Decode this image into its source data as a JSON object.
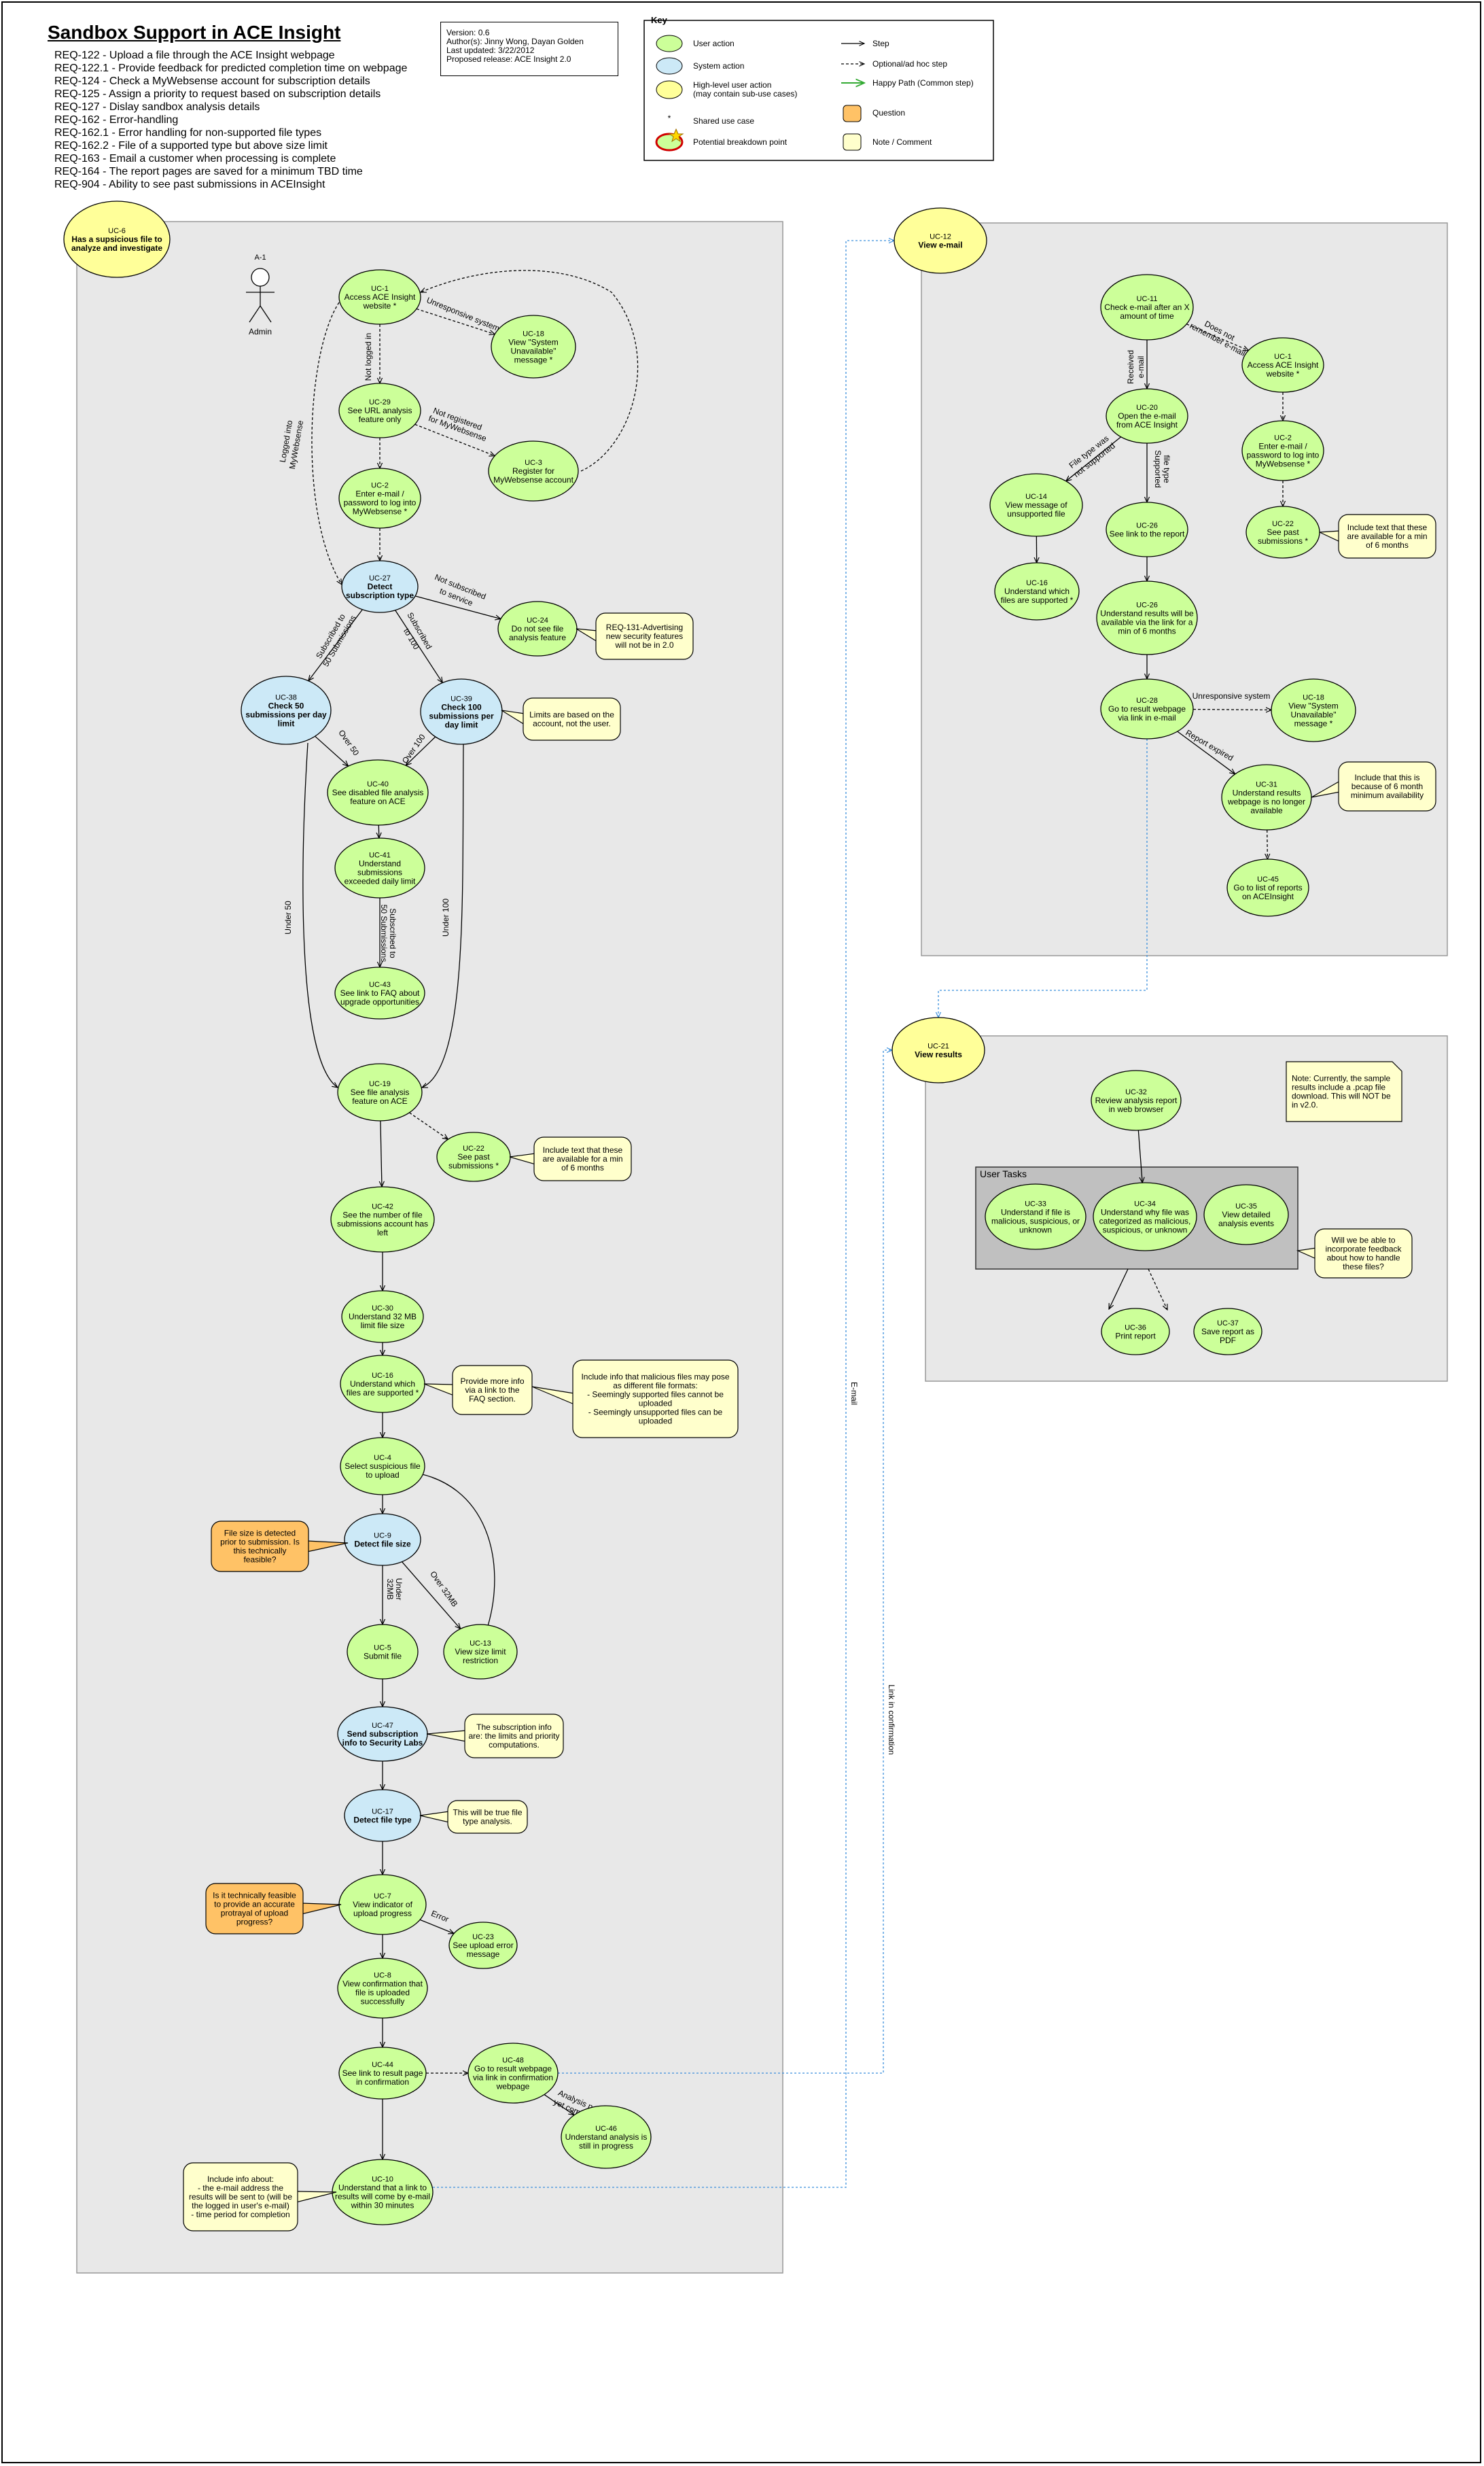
{
  "title": "Sandbox Support in ACE Insight",
  "requirements": [
    "REQ-122 - Upload a file through the ACE Insight webpage",
    "REQ-122.1 - Provide feedback for predicted completion time on webpage",
    "REQ-124 - Check a MyWebsense account for subscription details",
    "REQ-125 - Assign a priority to request based on subscription details",
    "REQ-127 - Dislay sandbox analysis details",
    "REQ-162 - Error-handling",
    "REQ-162.1 - Error handling for non-supported file types",
    "REQ-162.2 - File of a supported type but above size limit",
    "REQ-163 - Email a customer when processing is complete",
    "REQ-164 - The report pages are saved for a minimum TBD time",
    "REQ-904 - Ability to see past submissions in ACEInsight"
  ],
  "meta": [
    "Version: 0.6",
    "Author(s): Jinny Wong, Dayan Golden",
    "Last updated: 3/22/2012",
    "Proposed release: ACE Insight 2.0"
  ],
  "colors": {
    "user": "#ccff99",
    "system": "#cce9f7",
    "highlevel": "#ffff99",
    "note": "#ffffcc",
    "question": "#ffc266",
    "container": "#e8e8e8",
    "group": "#c0c0c0",
    "link": "#3b8fdc",
    "happy": "#33aa33",
    "breakdown": "#d00000"
  },
  "key": {
    "title": "Key",
    "user_action": "User action",
    "system_action": "System action",
    "high_level": "High-level user action",
    "high_level_sub": "(may contain sub-use cases)",
    "shared": "Shared use case",
    "breakdown": "Potential breakdown point",
    "step": "Step",
    "optional": "Optional/ad hoc step",
    "happy": "Happy Path (Common step)",
    "question": "Question",
    "note": "Note / Comment"
  },
  "actor": {
    "id": "A-1",
    "name": "Admin"
  },
  "nodes": [
    {
      "key": "uc6",
      "type": "highlevel",
      "id": "UC-6",
      "lines": [
        "Has a supsicious file to",
        "analyze and investigate"
      ],
      "bold": true
    },
    {
      "key": "uc1",
      "type": "user",
      "id": "UC-1",
      "lines": [
        "Access ACE Insight",
        "website *"
      ]
    },
    {
      "key": "uc18a",
      "type": "user",
      "id": "UC-18",
      "lines": [
        "View \"System",
        "Unavailable\"",
        "message *"
      ]
    },
    {
      "key": "uc29",
      "type": "user",
      "id": "UC-29",
      "lines": [
        "See URL analysis",
        "feature only"
      ]
    },
    {
      "key": "uc3",
      "type": "user",
      "id": "UC-3",
      "lines": [
        "Register for",
        "MyWebsense account"
      ]
    },
    {
      "key": "uc2",
      "type": "user",
      "id": "UC-2",
      "lines": [
        "Enter e-mail /",
        "password to log into",
        "MyWebsense *"
      ]
    },
    {
      "key": "uc27",
      "type": "system",
      "id": "UC-27",
      "lines": [
        "Detect",
        "subscription type"
      ],
      "bold": true
    },
    {
      "key": "uc24",
      "type": "user",
      "id": "UC-24",
      "lines": [
        "Do not see file",
        "analysis feature"
      ]
    },
    {
      "key": "uc38",
      "type": "system",
      "id": "UC-38",
      "lines": [
        "Check 50",
        "submissions per day",
        "limit"
      ],
      "bold": true
    },
    {
      "key": "uc39",
      "type": "system",
      "id": "UC-39",
      "lines": [
        "Check 100",
        "submissions per",
        "day limit"
      ],
      "bold": true
    },
    {
      "key": "uc40",
      "type": "user",
      "id": "UC-40",
      "lines": [
        "See disabled file analysis",
        "feature on ACE"
      ]
    },
    {
      "key": "uc41",
      "type": "user",
      "id": "UC-41",
      "lines": [
        "Understand",
        "submissions",
        "exceeded daily limit"
      ]
    },
    {
      "key": "uc43",
      "type": "user",
      "id": "UC-43",
      "lines": [
        "See link to FAQ about",
        "upgrade opportunities"
      ]
    },
    {
      "key": "uc19",
      "type": "user",
      "id": "UC-19",
      "lines": [
        "See file analysis",
        "feature on ACE"
      ]
    },
    {
      "key": "uc22a",
      "type": "user",
      "id": "UC-22",
      "lines": [
        "See past",
        "submissions *"
      ]
    },
    {
      "key": "uc42",
      "type": "user",
      "id": "UC-42",
      "lines": [
        "See the number of file",
        "submissions account has",
        "left"
      ]
    },
    {
      "key": "uc30",
      "type": "user",
      "id": "UC-30",
      "lines": [
        "Understand 32 MB",
        "limit file size"
      ]
    },
    {
      "key": "uc16a",
      "type": "user",
      "id": "UC-16",
      "lines": [
        "Understand which",
        "files are supported *"
      ]
    },
    {
      "key": "uc4",
      "type": "user",
      "id": "UC-4",
      "lines": [
        "Select suspicious file",
        "to upload"
      ]
    },
    {
      "key": "uc9",
      "type": "system",
      "id": "UC-9",
      "lines": [
        "Detect file size"
      ],
      "bold": true
    },
    {
      "key": "uc5",
      "type": "user",
      "id": "UC-5",
      "lines": [
        "Submit file"
      ]
    },
    {
      "key": "uc13",
      "type": "user",
      "id": "UC-13",
      "lines": [
        "View size limit",
        "restriction"
      ]
    },
    {
      "key": "uc47",
      "type": "system",
      "id": "UC-47",
      "lines": [
        "Send subscription",
        "info to Security Labs"
      ],
      "bold": true
    },
    {
      "key": "uc17",
      "type": "system",
      "id": "UC-17",
      "lines": [
        "Detect file type"
      ],
      "bold": true
    },
    {
      "key": "uc7",
      "type": "user",
      "id": "UC-7",
      "lines": [
        "View indicator of",
        "upload progress"
      ]
    },
    {
      "key": "uc23",
      "type": "user",
      "id": "UC-23",
      "lines": [
        "See upload error",
        "message"
      ]
    },
    {
      "key": "uc8",
      "type": "user",
      "id": "UC-8",
      "lines": [
        "View confirmation that",
        "file is uploaded",
        "successfully"
      ]
    },
    {
      "key": "uc44",
      "type": "user",
      "id": "UC-44",
      "lines": [
        "See link to result page",
        "in confirmation"
      ]
    },
    {
      "key": "uc48",
      "type": "user",
      "id": "UC-48",
      "lines": [
        "Go to result webpage",
        "via link in confirmation",
        "webpage"
      ]
    },
    {
      "key": "uc46",
      "type": "user",
      "id": "UC-46",
      "lines": [
        "Understand analysis is",
        "still in progress"
      ]
    },
    {
      "key": "uc10",
      "type": "user",
      "id": "UC-10",
      "lines": [
        "Understand that a link to",
        "results will come by e-mail",
        "within 30 minutes"
      ]
    },
    {
      "key": "uc12",
      "type": "highlevel",
      "id": "UC-12",
      "lines": [
        "View e-mail"
      ],
      "bold": true
    },
    {
      "key": "uc11",
      "type": "user",
      "id": "UC-11",
      "lines": [
        "Check e-mail after an X",
        "amount of time"
      ]
    },
    {
      "key": "uc1b",
      "type": "user",
      "id": "UC-1",
      "lines": [
        "Access ACE Insight",
        "website *"
      ]
    },
    {
      "key": "uc20",
      "type": "user",
      "id": "UC-20",
      "lines": [
        "Open the e-mail",
        "from ACE Insight"
      ]
    },
    {
      "key": "uc2b",
      "type": "user",
      "id": "UC-2",
      "lines": [
        "Enter e-mail /",
        "password to log into",
        "MyWebsense *"
      ]
    },
    {
      "key": "uc14",
      "type": "user",
      "id": "UC-14",
      "lines": [
        "View message of",
        "unsupported file"
      ]
    },
    {
      "key": "uc26a",
      "type": "user",
      "id": "UC-26",
      "lines": [
        "See link to the report"
      ]
    },
    {
      "key": "uc22b",
      "type": "user",
      "id": "UC-22",
      "lines": [
        "See past",
        "submissions *"
      ]
    },
    {
      "key": "uc16b",
      "type": "user",
      "id": "UC-16",
      "lines": [
        "Understand which",
        "files are supported *"
      ]
    },
    {
      "key": "uc26b",
      "type": "user",
      "id": "UC-26",
      "lines": [
        "Understand results will be",
        "available via the link for a",
        "min of 6 months"
      ]
    },
    {
      "key": "uc28",
      "type": "user",
      "id": "UC-28",
      "lines": [
        "Go to result webpage",
        "via link in e-mail"
      ]
    },
    {
      "key": "uc18b",
      "type": "user",
      "id": "UC-18",
      "lines": [
        "View \"System",
        "Unavailable\"",
        "message *"
      ]
    },
    {
      "key": "uc31",
      "type": "user",
      "id": "UC-31",
      "lines": [
        "Understand results",
        "webpage is no longer",
        "available"
      ]
    },
    {
      "key": "uc45",
      "type": "user",
      "id": "UC-45",
      "lines": [
        "Go to list of reports",
        "on ACEInsight"
      ]
    },
    {
      "key": "uc21",
      "type": "highlevel",
      "id": "UC-21",
      "lines": [
        "View results"
      ],
      "bold": true
    },
    {
      "key": "uc32",
      "type": "user",
      "id": "UC-32",
      "lines": [
        "Review analysis report",
        "in web browser"
      ]
    },
    {
      "key": "uc33",
      "type": "user",
      "id": "UC-33",
      "lines": [
        "Understand if file is",
        "malicious, suspicious, or",
        "unknown"
      ]
    },
    {
      "key": "uc34",
      "type": "user",
      "id": "UC-34",
      "lines": [
        "Understand why file was",
        "categorized as malicious,",
        "suspicious, or unknown"
      ]
    },
    {
      "key": "uc35",
      "type": "user",
      "id": "UC-35",
      "lines": [
        "View detailed",
        "analysis events"
      ]
    },
    {
      "key": "uc36",
      "type": "user",
      "id": "UC-36",
      "lines": [
        "Print report"
      ]
    },
    {
      "key": "uc37",
      "type": "user",
      "id": "UC-37",
      "lines": [
        "Save report as",
        "PDF"
      ]
    }
  ],
  "notes": [
    {
      "key": "n_req131",
      "type": "note",
      "lines": [
        "REQ-131-Advertising",
        "new security features",
        "will not be in 2.0"
      ]
    },
    {
      "key": "n_limits",
      "type": "note",
      "lines": [
        "Limits are based on the",
        "account, not the user."
      ]
    },
    {
      "key": "n_past",
      "type": "note",
      "lines": [
        "Include text that these",
        "are available for a min",
        "of 6 months"
      ]
    },
    {
      "key": "n_faq",
      "type": "note",
      "lines": [
        "Provide more info",
        "via a link to the",
        "FAQ section."
      ]
    },
    {
      "key": "n_malicious",
      "type": "note",
      "lines": [
        "Include info that malicious files may pose",
        "as different file formats:",
        "- Seemingly supported files cannot be",
        "uploaded",
        "- Seemingly unsupported files can be",
        "uploaded"
      ]
    },
    {
      "key": "q_size",
      "type": "question",
      "lines": [
        "File size is detected",
        "prior to submission. Is",
        "this technically",
        "feasible?"
      ]
    },
    {
      "key": "n_subinfo",
      "type": "note",
      "lines": [
        "The subscription info",
        "are: the limits and priority",
        "computations."
      ]
    },
    {
      "key": "n_truetype",
      "type": "note",
      "lines": [
        "This will be true file",
        "type analysis."
      ]
    },
    {
      "key": "q_progress",
      "type": "question",
      "lines": [
        "Is it technically feasible",
        "to provide an accurate",
        "protrayal of upload",
        "progress?"
      ]
    },
    {
      "key": "n_email",
      "type": "note",
      "lines": [
        "Include info about:",
        "- the e-mail address the",
        "results will be  sent to (will be",
        "the logged in user's e-mail)",
        "- time period for completion"
      ]
    },
    {
      "key": "n_past2",
      "type": "note",
      "lines": [
        "Include text that these",
        "are available for a min",
        "of 6 months"
      ]
    },
    {
      "key": "n_6month",
      "type": "note",
      "lines": [
        "Include that this is",
        "because of 6 month",
        "minimum availability"
      ]
    },
    {
      "key": "n_pcap",
      "type": "note",
      "lines": [
        "Note: Currently, the sample",
        "results include a .pcap file",
        "download. This will NOT be",
        "in v2.0."
      ]
    },
    {
      "key": "n_feedback",
      "type": "note",
      "lines": [
        "Will we be able to",
        "incorporate feedback",
        "about how to handle",
        "these files?"
      ]
    }
  ],
  "group_label": "User Tasks",
  "edge_labels": [
    {
      "key": "unresponsive1",
      "text": "Unresponsive system"
    },
    {
      "key": "notlogged",
      "text": "Not logged in"
    },
    {
      "key": "loggedin1",
      "text": "Logged into"
    },
    {
      "key": "loggedin2",
      "text": "MyWebsense"
    },
    {
      "key": "notreg1",
      "text": "Not registered"
    },
    {
      "key": "notreg2",
      "text": "for MyWebsense"
    },
    {
      "key": "notsub1",
      "text": "Not subscribed"
    },
    {
      "key": "notsub2",
      "text": "to service"
    },
    {
      "key": "sub50a",
      "text": "Subscribed to"
    },
    {
      "key": "sub50b",
      "text": "50 Submissions"
    },
    {
      "key": "sub100a",
      "text": "Subscribed"
    },
    {
      "key": "sub100b",
      "text": "to 100"
    },
    {
      "key": "over50",
      "text": "Over 50"
    },
    {
      "key": "over100",
      "text": "Over 100"
    },
    {
      "key": "under50",
      "text": "Under 50"
    },
    {
      "key": "under100",
      "text": "Under 100"
    },
    {
      "key": "subscribed1",
      "text": "Subscribed to"
    },
    {
      "key": "subscribed2",
      "text": "50 Submissions"
    },
    {
      "key": "under32a",
      "text": "Under"
    },
    {
      "key": "under32b",
      "text": "32MB"
    },
    {
      "key": "over32",
      "text": "Over 32MB"
    },
    {
      "key": "error",
      "text": "Error"
    },
    {
      "key": "notcomplete1",
      "text": "Analysis not"
    },
    {
      "key": "notcomplete2",
      "text": "yet complete"
    },
    {
      "key": "email",
      "text": "E-mail"
    },
    {
      "key": "linkconf",
      "text": "Link in confirmation"
    },
    {
      "key": "received1",
      "text": "Received"
    },
    {
      "key": "received2",
      "text": "e-mail"
    },
    {
      "key": "notremember1",
      "text": "Does not"
    },
    {
      "key": "notremember2",
      "text": "remember e-mail"
    },
    {
      "key": "ftnotsup1",
      "text": "File type was"
    },
    {
      "key": "ftnotsup2",
      "text": "not supported"
    },
    {
      "key": "supported1",
      "text": "Supported"
    },
    {
      "key": "supported2",
      "text": "file type"
    },
    {
      "key": "unresponsive2",
      "text": "Unresponsive system"
    },
    {
      "key": "expired",
      "text": "Report expired"
    }
  ]
}
